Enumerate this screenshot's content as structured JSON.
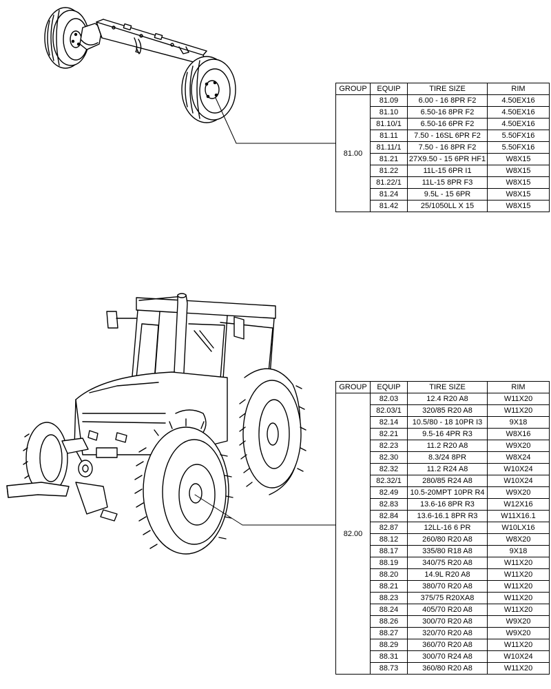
{
  "headers": {
    "group": "GROUP",
    "equip": "EQUIP",
    "tire_size": "TIRE SIZE",
    "rim": "RIM"
  },
  "tables": [
    {
      "group": "81.00",
      "rows": [
        {
          "equip": "81.09",
          "tire": "6.00 - 16 8PR F2",
          "rim": "4.50EX16"
        },
        {
          "equip": "81.10",
          "tire": "6.50-16 8PR F2",
          "rim": "4.50EX16"
        },
        {
          "equip": "81.10/1",
          "tire": "6.50-16 6PR F2",
          "rim": "4.50EX16"
        },
        {
          "equip": "81.11",
          "tire": "7.50 - 16SL 6PR F2",
          "rim": "5.50FX16"
        },
        {
          "equip": "81.11/1",
          "tire": "7.50 - 16 8PR F2",
          "rim": "5.50FX16"
        },
        {
          "equip": "81.21",
          "tire": "27X9.50 - 15 6PR HF1",
          "rim": "W8X15"
        },
        {
          "equip": "81.22",
          "tire": "11L-15 6PR I1",
          "rim": "W8X15"
        },
        {
          "equip": "81.22/1",
          "tire": "11L-15 8PR F3",
          "rim": "W8X15"
        },
        {
          "equip": "81.24",
          "tire": "9.5L - 15 6PR",
          "rim": "W8X15"
        },
        {
          "equip": "81.42",
          "tire": "25/1050LL X 15",
          "rim": "W8X15"
        }
      ]
    },
    {
      "group": "82.00",
      "rows": [
        {
          "equip": "82.03",
          "tire": "12.4 R20 A8",
          "rim": "W11X20"
        },
        {
          "equip": "82.03/1",
          "tire": "320/85 R20 A8",
          "rim": "W11X20"
        },
        {
          "equip": "82.14",
          "tire": "10.5/80 - 18 10PR I3",
          "rim": "9X18"
        },
        {
          "equip": "82.21",
          "tire": "9.5-16 4PR R3",
          "rim": "W8X16"
        },
        {
          "equip": "82.23",
          "tire": "11.2 R20 A8",
          "rim": "W9X20"
        },
        {
          "equip": "82.30",
          "tire": "8.3/24 8PR",
          "rim": "W8X24"
        },
        {
          "equip": "82.32",
          "tire": "11.2 R24 A8",
          "rim": "W10X24"
        },
        {
          "equip": "82.32/1",
          "tire": "280/85 R24 A8",
          "rim": "W10X24"
        },
        {
          "equip": "82.49",
          "tire": "10.5-20MPT 10PR R4",
          "rim": "W9X20"
        },
        {
          "equip": "82.83",
          "tire": "13.6-16 8PR R3",
          "rim": "W12X16"
        },
        {
          "equip": "82.84",
          "tire": "13.6-16.1 8PR R3",
          "rim": "W11X16.1"
        },
        {
          "equip": "82.87",
          "tire": "12LL-16 6 PR",
          "rim": "W10LX16"
        },
        {
          "equip": "88.12",
          "tire": "260/80 R20 A8",
          "rim": "W8X20"
        },
        {
          "equip": "88.17",
          "tire": "335/80 R18 A8",
          "rim": "9X18"
        },
        {
          "equip": "88.19",
          "tire": "340/75 R20 A8",
          "rim": "W11X20"
        },
        {
          "equip": "88.20",
          "tire": "14.9L R20 A8",
          "rim": "W11X20"
        },
        {
          "equip": "88.21",
          "tire": "380/70 R20 A8",
          "rim": "W11X20"
        },
        {
          "equip": "88.23",
          "tire": "375/75 R20XA8",
          "rim": "W11X20"
        },
        {
          "equip": "88.24",
          "tire": "405/70 R20 A8",
          "rim": "W11X20"
        },
        {
          "equip": "88.26",
          "tire": "300/70 R20 A8",
          "rim": "W9X20"
        },
        {
          "equip": "88.27",
          "tire": "320/70 R20 A8",
          "rim": "W9X20"
        },
        {
          "equip": "88.29",
          "tire": "360/70 R20 A8",
          "rim": "W11X20"
        },
        {
          "equip": "88.31",
          "tire": "300/70 R24 A8",
          "rim": "W10X24"
        },
        {
          "equip": "88.73",
          "tire": "360/80 R20 A8",
          "rim": "W11X20"
        }
      ]
    }
  ]
}
